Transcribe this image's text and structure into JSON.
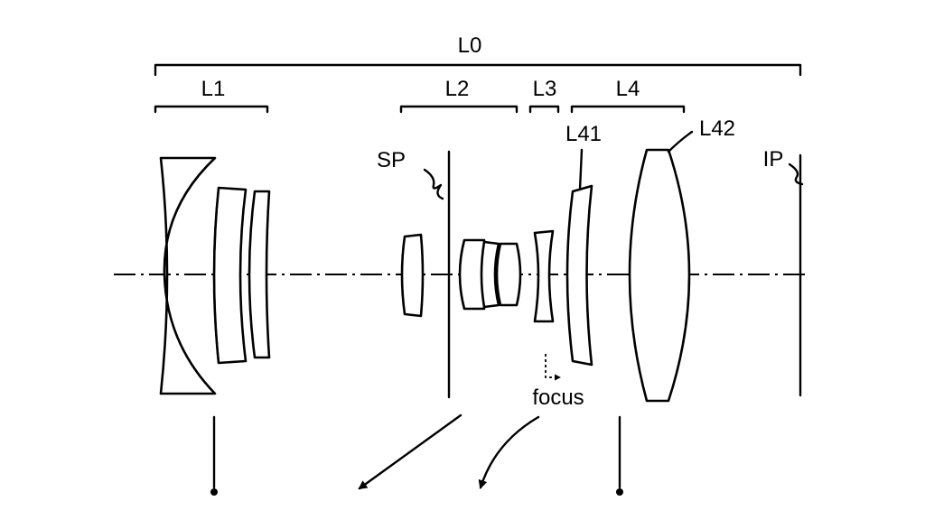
{
  "group_labels": {
    "overall": "L0",
    "first": "L1",
    "second": "L2",
    "third": "L3",
    "fourth": "L4"
  },
  "element_labels": {
    "l41": "L41",
    "l42": "L42"
  },
  "stop_label": "SP",
  "image_plane_label": "IP",
  "focus_label": "focus"
}
